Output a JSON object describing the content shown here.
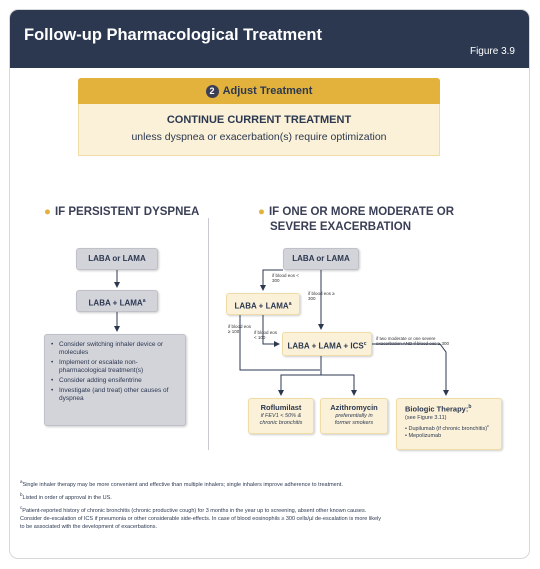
{
  "header": {
    "title": "Follow-up Pharmacological Treatment",
    "figure": "Figure 3.9"
  },
  "adjust": {
    "number": "2",
    "label": "Adjust Treatment",
    "continue": "CONTINUE CURRENT TREATMENT",
    "unless": "unless dyspnea or exacerbation(s) require optimization"
  },
  "left": {
    "title": "IF PERSISTENT DYSPNEA",
    "box1": "LABA or LAMA",
    "box2": "LABA + LAMA",
    "box2_sup": "a",
    "bullets": [
      "Consider switching inhaler device or molecules",
      "Implement or escalate non-pharmacological treatment(s)",
      "Consider adding ensifentrine",
      "Investigate (and treat) other causes of dyspnea"
    ]
  },
  "right": {
    "title_line1": "IF ONE OR MORE MODERATE OR",
    "title_line2": "SEVERE EXACERBATION",
    "box1": "LABA or LAMA",
    "box2": "LABA + LAMA",
    "box2_sup": "a",
    "box3": "LABA + LAMA + ICS",
    "box3_sup": "c",
    "lbl_eos_lt300": "if blood eos < 300",
    "lbl_eos_ge300": "if blood eos ≥ 300",
    "lbl_eos_ge100_l": "if blood eos ≥ 100",
    "lbl_eos_lt100": "if blood eos < 100",
    "lbl_two_mod": "if two moderate or one severe exacerbation AND if blood eos ≥ 300",
    "roflumilast_title": "Roflumilast",
    "roflumilast_sub": "if FEV1 < 50% & chronic bronchitis",
    "azithro_title": "Azithromycin",
    "azithro_sub": "preferentially in former smokers",
    "biologic_title": "Biologic Therapy:",
    "biologic_sup": "b",
    "biologic_see": "(see Figure 3.11)",
    "biologic_item1": "Dupilumab (if chronic bronchitis)",
    "biologic_item1_sup": "c",
    "biologic_item2": "Mepolizumab"
  },
  "footnotes": {
    "a": "Single inhaler therapy may be more convenient and effective than multiple inhalers; single inhalers improve adherence to treatment.",
    "b": "Listed in order of approval in the US.",
    "c1": "Patient-reported history of chronic bronchitis (chronic productive cough) for 3 months in the year up to screening, absent other known causes.",
    "c2": "Consider de-escalation of ICS if pneumonia or other considerable side-effects. In case of blood eosinophils ≥ 300 cells/µl de-escalation is more likely",
    "c3": "to be associated with the development of exacerbations."
  },
  "colors": {
    "navy": "#2b3850",
    "gold": "#e2b23c",
    "cream": "#fbf1d8",
    "grey_box": "#d3d3da"
  }
}
